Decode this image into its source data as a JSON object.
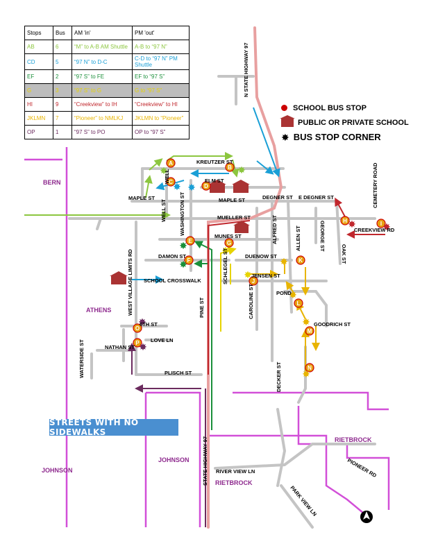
{
  "table": {
    "headers": [
      "Stops",
      "Bus",
      "AM 'in'",
      "PM 'out'"
    ],
    "rows": [
      {
        "stops": "AB",
        "bus": "6",
        "am": "“M” to A-B AM Shuttle",
        "pm": "A-B to “97 N”",
        "color": "#8cc63f"
      },
      {
        "stops": "CD",
        "bus": "5",
        "am": "“97 N” to D-C",
        "pm": "C-D to “97 N” PM Shuttle",
        "color": "#1a9fd6"
      },
      {
        "stops": "EF",
        "bus": "2",
        "am": "“97 S” to FE",
        "pm": "EF to “97 S”",
        "color": "#1a8f3a"
      },
      {
        "stops": "G",
        "bus": "3",
        "am": "“97 S” to G",
        "pm": "G to “97 S”",
        "color": "#e6d300"
      },
      {
        "stops": "HI",
        "bus": "9",
        "am": "“Creekview” to IH",
        "pm": "“Creekview” to HI",
        "color": "#c0272d"
      },
      {
        "stops": "JKLMN",
        "bus": "7",
        "am": "“Pioneer” to NMLKJ",
        "pm": "JKLMN to “Pioneer”",
        "color": "#e8b400"
      },
      {
        "stops": "OP",
        "bus": "1",
        "am": "“97 S” to PO",
        "pm": "OP to “97 S”",
        "color": "#6b2b5e"
      }
    ]
  },
  "legend": {
    "bus_stop": "SCHOOL BUS STOP",
    "school": "PUBLIC OR PRIVATE SCHOOL",
    "corner": "BUS STOP CORNER"
  },
  "no_sidewalks": "STREETS WITH NO SIDEWALKS",
  "school_crosswalk": "SCHOOL CROSSWALK",
  "towns": {
    "bern": "BERN",
    "athens": "ATHENS",
    "johnson_left": "JOHNSON",
    "johnson_mid": "JOHNSON",
    "rietbrock_mid": "RIETBROCK",
    "rietbrock_right": "RIETBROCK"
  },
  "streets": {
    "n_highway": "N STATE HIGHWAY 97",
    "kreutzer": "KREUTZER ST",
    "elm": "ELM ST",
    "maple_w": "MAPLE ST",
    "maple_e": "MAPLE ST",
    "degner": "DEGNER ST",
    "e_degner": "E DEGNER ST",
    "cemetery": "CEMETERY ROAD",
    "creekview": "CREEKVIEW RD",
    "well1": "WELL",
    "well2": "WELL ST",
    "washington": "WASHINGTON ST",
    "mueller": "MUELLER ST",
    "munes": "MUNES ST",
    "damon": "DAMON ST",
    "duenow": "DUENOW ST",
    "alfred": "ALFRED ST",
    "allen": "ALLEN ST",
    "george": "GEORGE ST",
    "oak": "OAK ST",
    "jensen": "JENSEN ST",
    "schlegel": "SCHLEGEL ST",
    "caroline": "CAROLINE ST",
    "pond": "POND",
    "goodrich": "GOODRICH ST",
    "pine": "PINE ST",
    "west_village": "WEST VILLAGE LIMITS RD",
    "sixth": "6TH ST",
    "love": "LOVE LN",
    "nathan": "NATHAN ST",
    "waterside": "WATERSIDE ST",
    "plisch": "PLISCH ST",
    "decker": "DECKER ST",
    "s_highway": "STATE HIGHWAY 97",
    "river_view": "RIVER VIEW LN",
    "pioneer": "PIONEER RD",
    "park_view": "PARK VIEW LN"
  },
  "stops": [
    "A",
    "B",
    "C",
    "D",
    "E",
    "F",
    "G",
    "H",
    "I",
    "J",
    "K",
    "L",
    "M",
    "N",
    "O",
    "P"
  ]
}
